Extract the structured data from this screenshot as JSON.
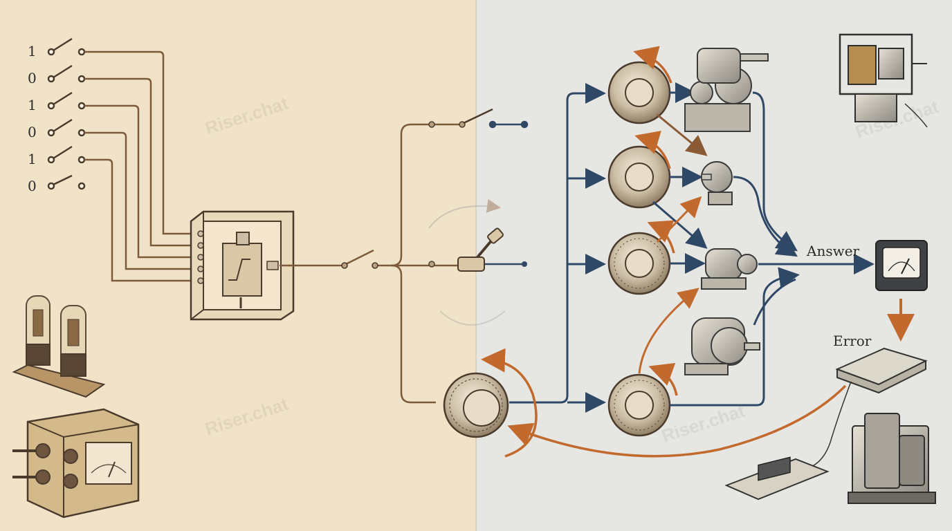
{
  "colors": {
    "paper_left": "#f1e3c7",
    "paper_right": "#e6e6e3",
    "wire_brown": "#7c5a3a",
    "wire_blue": "#2f4866",
    "arrow_orange": "#c26a2e",
    "ink": "#4a3a2c",
    "metal": "#cdbfa6"
  },
  "icons": {
    "switch": "toggle-switch-icon",
    "knob": "dial-knob-icon",
    "motor": "gear-motor-icon",
    "meter": "analog-meter-icon",
    "tube": "vacuum-tube-icon",
    "relay": "relay-icon"
  },
  "inputs": {
    "bits": [
      "1",
      "0",
      "1",
      "0",
      "1",
      "0"
    ]
  },
  "labels": {
    "answer": "Answer",
    "error": "Error"
  },
  "watermark": {
    "text": "Riser.chat"
  }
}
